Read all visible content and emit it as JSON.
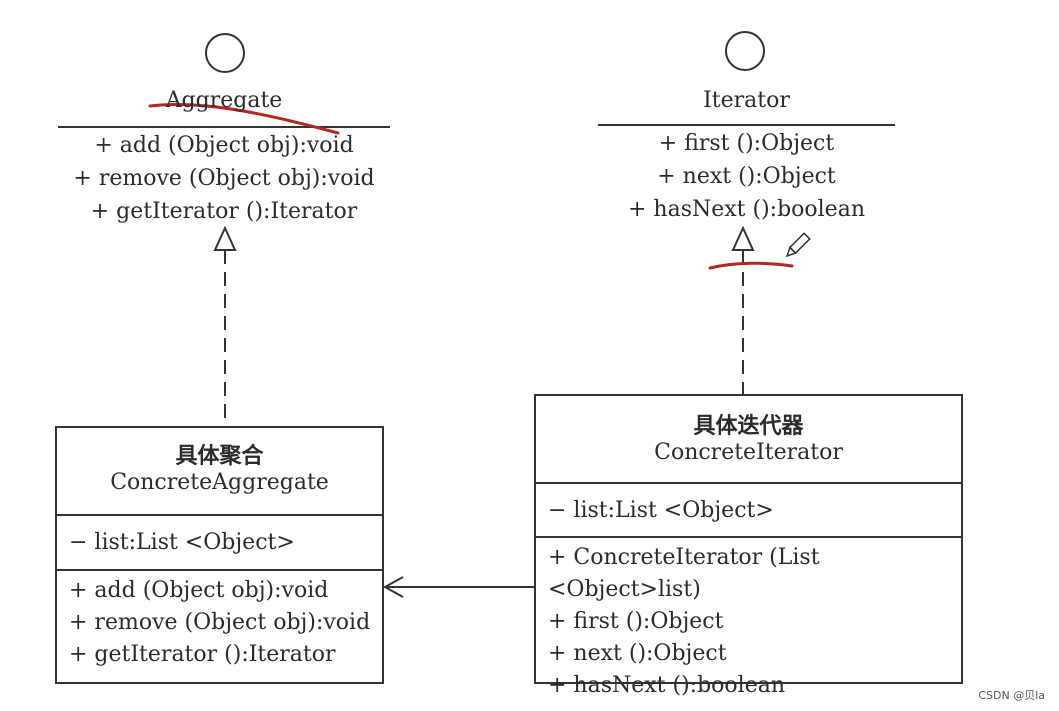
{
  "aggregate": {
    "name": "Aggregate",
    "methods": [
      "+ add (Object obj):void",
      "+ remove (Object obj):void",
      "+ getIterator ():Iterator"
    ]
  },
  "iterator": {
    "name": "Iterator",
    "methods": [
      "+ first ():Object",
      "+ next ():Object",
      "+ hasNext ():boolean"
    ]
  },
  "concrete_aggregate": {
    "name_cn": "具体聚合",
    "name_en": "ConcreteAggregate",
    "attributes": [
      "− list:List <Object>"
    ],
    "methods": [
      "+ add (Object obj):void",
      "+ remove (Object obj):void",
      "+ getIterator ():Iterator"
    ]
  },
  "concrete_iterator": {
    "name_cn": "具体迭代器",
    "name_en": "ConcreteIterator",
    "attributes": [
      "− list:List <Object>"
    ],
    "methods": [
      "+ ConcreteIterator (List <Object>list)",
      "+ first ():Object",
      "+ next ():Object",
      "+ hasNext ():boolean"
    ]
  },
  "watermark": "CSDN @贝la",
  "colors": {
    "line": "#333333",
    "annotation": "#b5281e"
  }
}
